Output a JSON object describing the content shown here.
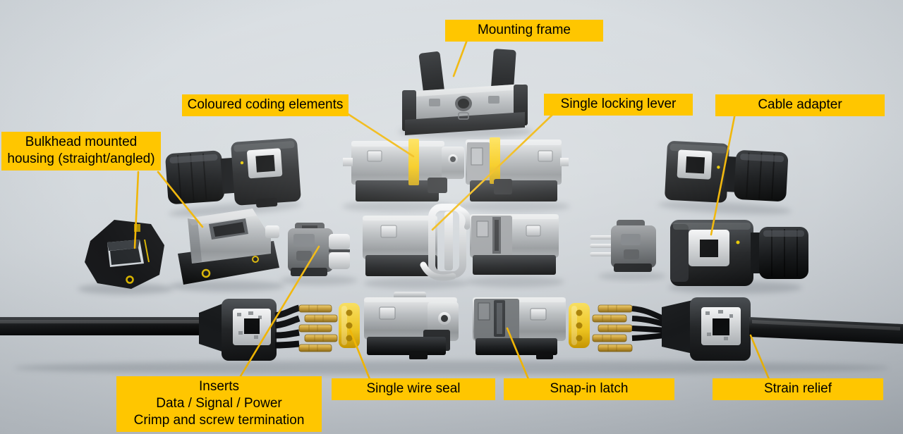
{
  "labels": {
    "mounting_frame": {
      "text": "Mounting frame"
    },
    "coloured_coding": {
      "text": "Coloured coding elements"
    },
    "single_locking": {
      "text": "Single locking lever"
    },
    "cable_adapter": {
      "text": "Cable adapter"
    },
    "bulkhead": {
      "text": "Bulkhead mounted\nhousing (straight/angled)"
    },
    "inserts": {
      "text": "Inserts\nData / Signal / Power\nCrimp and screw termination"
    },
    "single_wire_seal": {
      "text": "Single wire seal"
    },
    "snap_in_latch": {
      "text": "Snap-in latch"
    },
    "strain_relief": {
      "text": "Strain relief"
    }
  },
  "colors": {
    "label_background": "#ffc600",
    "label_text": "#000000",
    "leader_line": "#f0b400",
    "background_top": "#dce1e5",
    "background_bottom": "#aab0b6",
    "seal_yellow": "#f0c81e",
    "coding_ring_yellow": "#f5c400",
    "contact_gold": "#c59a33",
    "housing_metal_gray": "#a8acaf",
    "housing_dark": "#1d1f21"
  }
}
